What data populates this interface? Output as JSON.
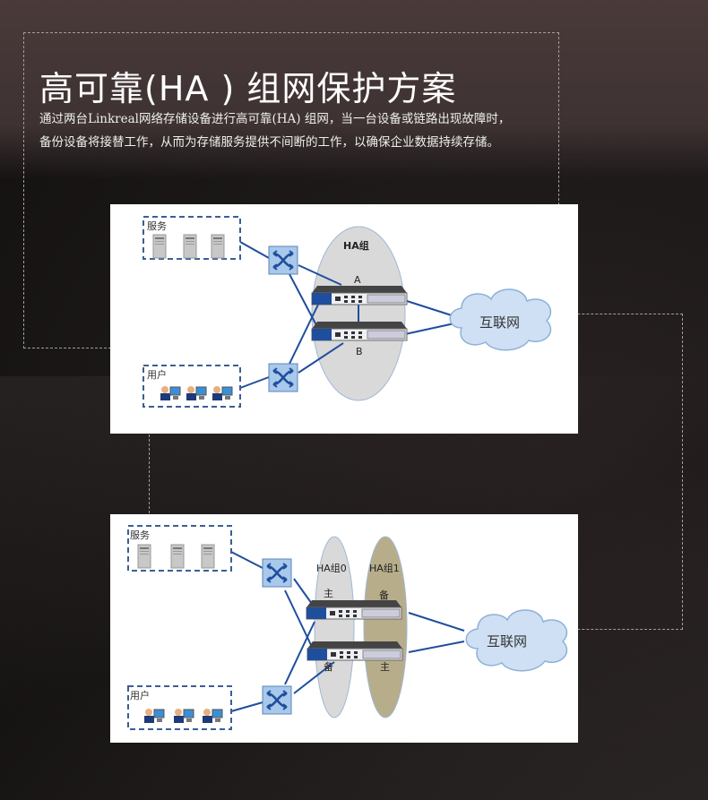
{
  "header": {
    "title": "高可靠(HA ) 组网保护方案",
    "description": [
      "通过两台Linkreal网络存储设备进行高可靠(HA) 组网，当一台设备或链路出现故障时，",
      "备份设备将接替工作，从而为存储服务提供不间断的工作，以确保企业数据持续存储。"
    ]
  },
  "diagram1": {
    "services_label": "服务",
    "users_label": "用户",
    "group_label": "HA组",
    "device_a": "A",
    "device_b": "B",
    "internet_label": "互联网"
  },
  "diagram2": {
    "services_label": "服务",
    "users_label": "用户",
    "group0_label": "HA组0",
    "group1_label": "HA组1",
    "top_group0_role": "主",
    "top_group1_role": "备",
    "bottom_group0_role": "备",
    "bottom_group1_role": "主",
    "internet_label": "互联网"
  },
  "colors": {
    "link": "#1f4e9c",
    "group0": "#d9d9d9",
    "group1": "#b7ad8a"
  }
}
